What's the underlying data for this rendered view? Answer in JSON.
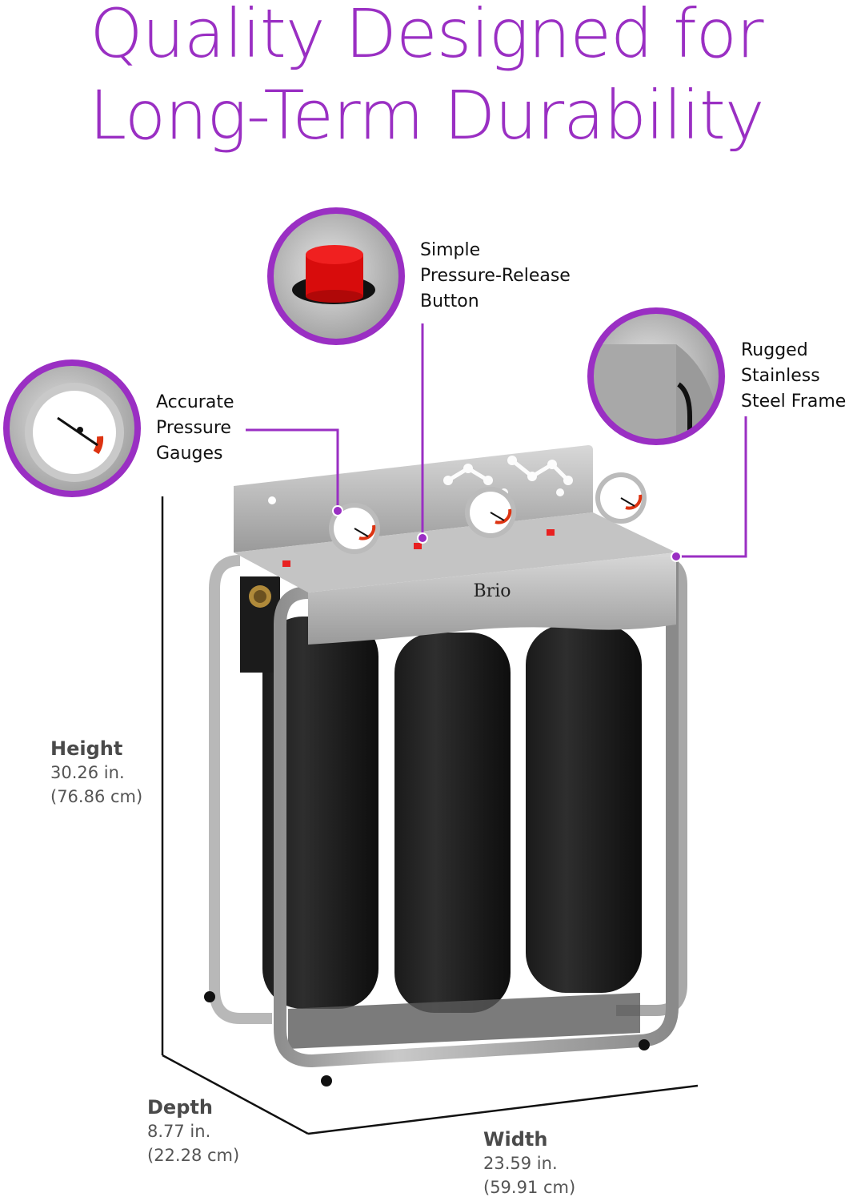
{
  "headline": {
    "line1": "Quality Designed for",
    "line2": "Long-Term Durability"
  },
  "brand": {
    "name": "Brio",
    "accent_color": "#9a2fc3"
  },
  "callouts": [
    {
      "id": "pressure-release",
      "lines": [
        "Simple",
        "Pressure-Release",
        "Button"
      ],
      "icon": "red-button-closeup"
    },
    {
      "id": "gauges",
      "lines": [
        "Accurate",
        "Pressure",
        "Gauges"
      ],
      "icon": "pressure-gauge-closeup"
    },
    {
      "id": "frame",
      "lines": [
        "Rugged",
        "Stainless",
        "Steel Frame"
      ],
      "icon": "steel-frame-closeup"
    }
  ],
  "dimensions": {
    "height": {
      "label": "Height",
      "imperial": "30.26 in.",
      "metric": "(76.86 cm)"
    },
    "depth": {
      "label": "Depth",
      "imperial": "8.77 in.",
      "metric": "(22.28 cm)"
    },
    "width": {
      "label": "Width",
      "imperial": "23.59 in.",
      "metric": "(59.91 cm)"
    }
  }
}
